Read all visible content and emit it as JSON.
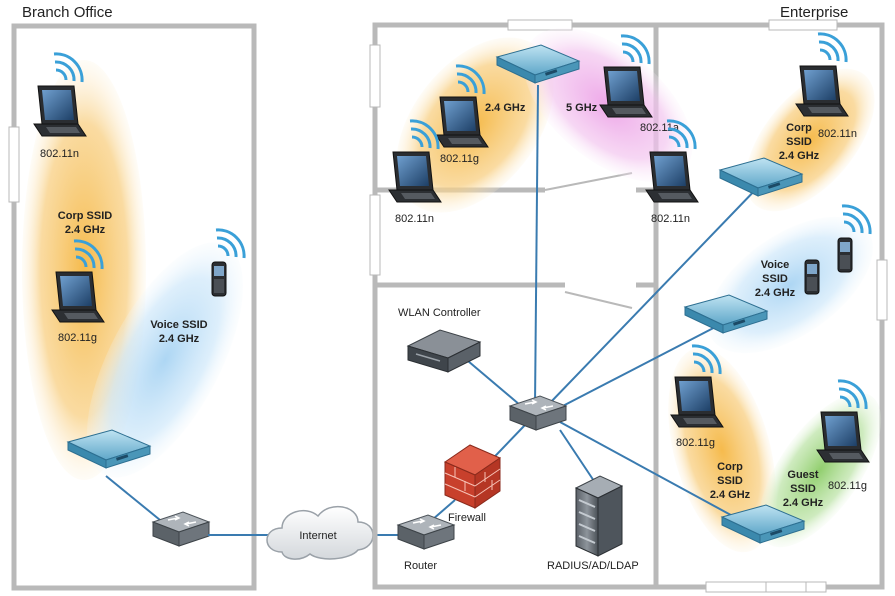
{
  "regions": {
    "branch": "Branch Office",
    "enterprise": "Enterprise"
  },
  "labels": {
    "branch_laptop1": "802.11n",
    "branch_laptop2": "802.11g",
    "branch_corp_ssid": [
      "Corp SSID",
      "2.4 GHz"
    ],
    "branch_voice_ssid": [
      "Voice SSID",
      "2.4 GHz"
    ],
    "ent_24": "2.4 GHz",
    "ent_5": "5 GHz",
    "ent_11g": "802.11g",
    "ent_11n_left": "802.11n",
    "ent_11a": "802.11a",
    "ent_11n_mid": "802.11n",
    "ent_corp_top": [
      "Corp",
      "SSID",
      "2.4 GHz"
    ],
    "ent_11n_top": "802.11n",
    "ent_voice": [
      "Voice",
      "SSID",
      "2.4 GHz"
    ],
    "ent_11g_low": "802.11g",
    "ent_corp_low": [
      "Corp",
      "SSID",
      "2.4 GHz"
    ],
    "ent_guest": [
      "Guest",
      "SSID",
      "2.4 GHz"
    ],
    "ent_11g_right": "802.11g",
    "wlan_controller": "WLAN Controller",
    "internet": "Internet",
    "firewall": "Firewall",
    "router": "Router",
    "radius": "RADIUS/AD/LDAP"
  },
  "colors": {
    "wall": "#b9b9b9",
    "link": "#3a7bb0",
    "orange_ellipse": "#f6c463",
    "blue_ellipse": "#bfe0f7",
    "pink_ellipse": "#f0b3ec",
    "green_ellipse": "#a7d98a"
  }
}
